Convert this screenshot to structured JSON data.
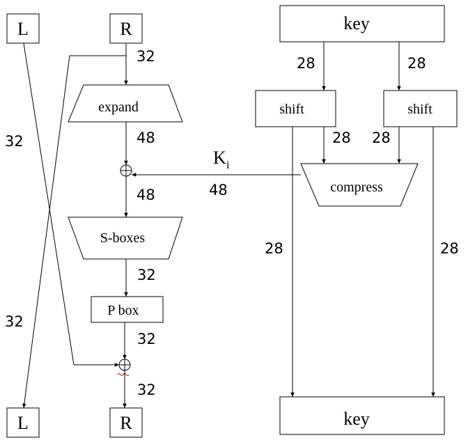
{
  "diagram": {
    "left_in": "L",
    "right_in": "R",
    "left_out": "L",
    "right_out": "R",
    "key_in": "key",
    "key_out": "key",
    "expand": "expand",
    "sboxes": "S-boxes",
    "pbox": "P box",
    "shift_left": "shift",
    "shift_right": "shift",
    "compress": "compress",
    "subkey_base": "K",
    "subkey_sub": "i",
    "bits": {
      "r_in": "32",
      "l_cross_top": "32",
      "l_cross_bottom": "32",
      "expand_out": "48",
      "xor_out": "48",
      "subkey": "48",
      "sbox_out": "32",
      "pbox_out": "32",
      "r_out": "32",
      "key_left": "28",
      "key_right": "28",
      "shift_left_down": "28",
      "shift_right_down": "28",
      "left_half_down": "28",
      "right_half_down": "28"
    }
  }
}
